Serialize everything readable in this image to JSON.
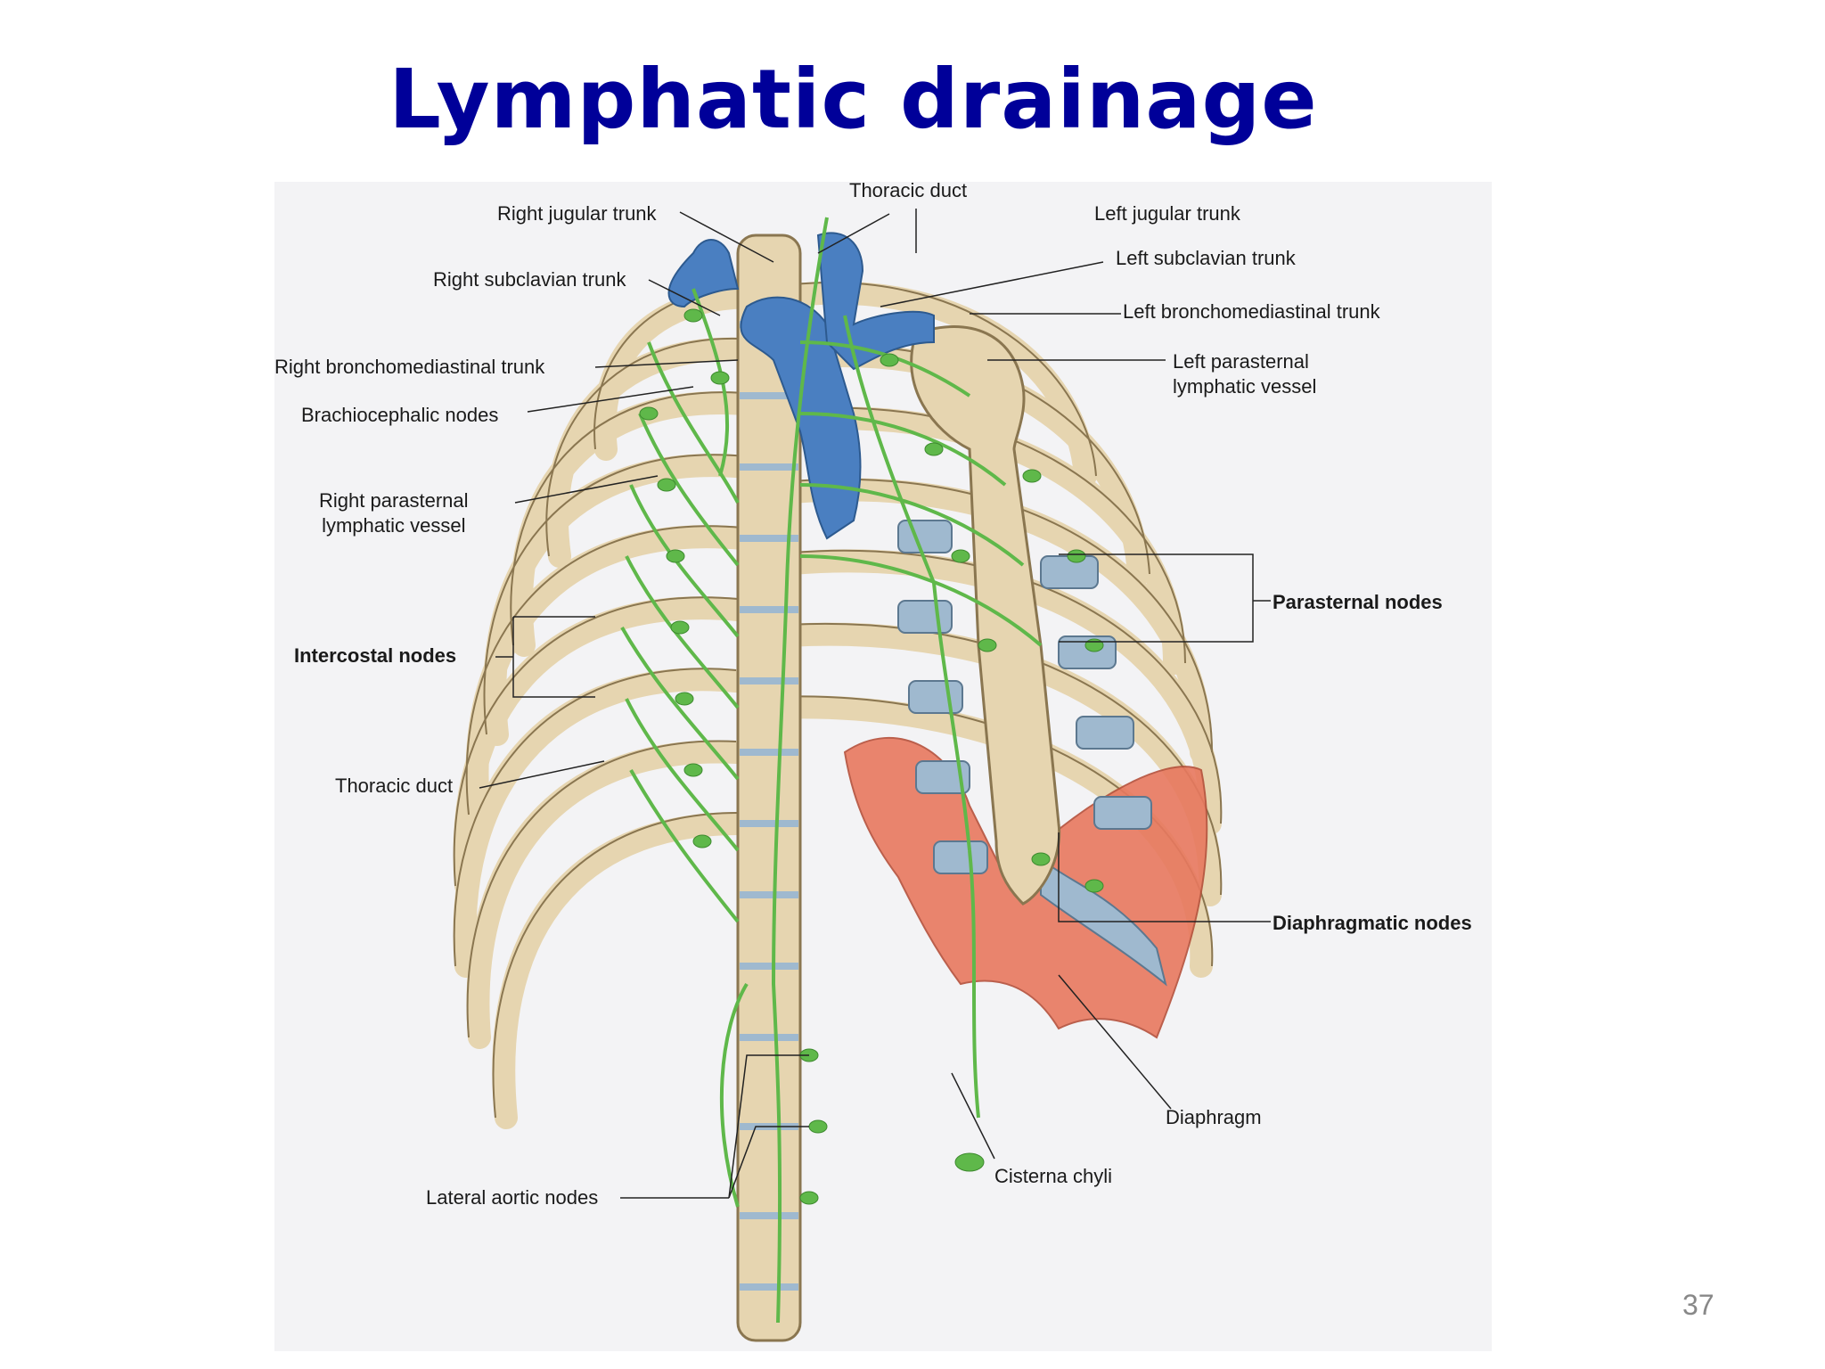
{
  "slide": {
    "title": "Lymphatic drainage",
    "page_number": "37"
  },
  "diagram": {
    "labels": {
      "thoracic_duct_top": "Thoracic duct",
      "right_jugular_trunk": "Right jugular trunk",
      "left_jugular_trunk": "Left jugular trunk",
      "right_subclavian_trunk": "Right subclavian trunk",
      "left_subclavian_trunk": "Left subclavian trunk",
      "left_bronchomediastinal_trunk": "Left bronchomediastinal trunk",
      "right_bronchomediastinal_trunk": "Right bronchomediastinal trunk",
      "left_parasternal_vessel": "Left parasternal\nlymphatic vessel",
      "brachiocephalic_nodes": "Brachiocephalic nodes",
      "right_parasternal_vessel": "Right parasternal\nlymphatic vessel",
      "parasternal_nodes": "Parasternal nodes",
      "intercostal_nodes": "Intercostal nodes",
      "thoracic_duct_lower": "Thoracic duct",
      "diaphragmatic_nodes": "Diaphragmatic nodes",
      "diaphragm": "Diaphragm",
      "cisterna_chyli": "Cisterna chyli",
      "lateral_aortic_nodes": "Lateral aortic nodes"
    },
    "colors": {
      "bone": "#e6d5b0",
      "bone_outline": "#8a7650",
      "vein": "#4a7fc1",
      "lymph": "#5fb84a",
      "cartilage": "#9fb9cf",
      "muscle": "#e8795f"
    }
  }
}
